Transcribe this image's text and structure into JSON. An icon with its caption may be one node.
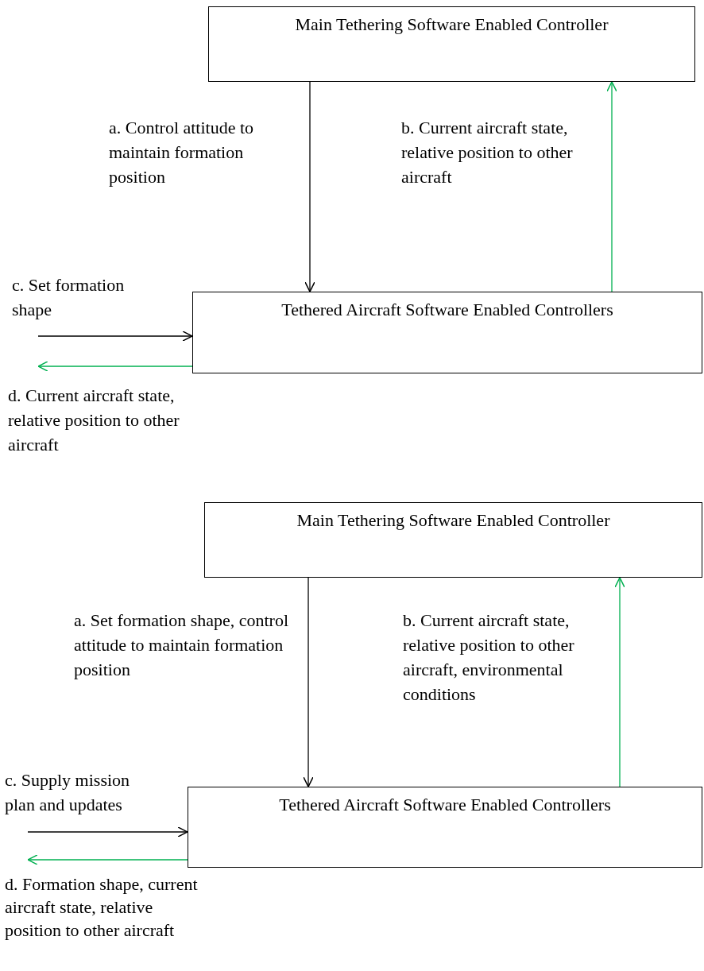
{
  "diagram": {
    "nodes": [
      {
        "text": [
          "Main Tethering Software Enabled Controller"
        ]
      },
      {
        "text": [
          "Tethered Aircraft Software Enabled Controllers"
        ]
      },
      {
        "text": [
          "Main Tethering Software Enabled Controller"
        ]
      },
      {
        "text": [
          "Tethered Aircraft Software Enabled Controllers"
        ]
      }
    ],
    "edges": [
      {
        "from": 0,
        "to": 1,
        "arrow": "to",
        "label": "a. Control attitude to maintain formation position"
      },
      {
        "from": 1,
        "to": 0,
        "arrow": "to",
        "color": "#00b050",
        "label": "b. Current aircraft state, relative position to other aircraft"
      },
      {
        "from": null,
        "to": 1,
        "arrow": "to",
        "label": "c. Set formation shape"
      },
      {
        "from": 1,
        "to": null,
        "arrow": "to",
        "color": "#00b050",
        "label": "d. Current aircraft state, relative position to other aircraft"
      },
      {
        "from": 2,
        "to": 3,
        "arrow": "to",
        "label": "a. Set formation shape, control attitude to maintain formation position"
      },
      {
        "from": 3,
        "to": 2,
        "arrow": "to",
        "color": "#00b050",
        "label": "b. Current aircraft state, relative position to other aircraft, environmental conditions"
      },
      {
        "from": null,
        "to": 3,
        "arrow": "to",
        "label": "c. Supply mission plan and updates"
      },
      {
        "from": 3,
        "to": null,
        "arrow": "to",
        "color": "#00b050",
        "label": "d. Formation shape, current aircraft state, relative position to other aircraft"
      }
    ]
  }
}
